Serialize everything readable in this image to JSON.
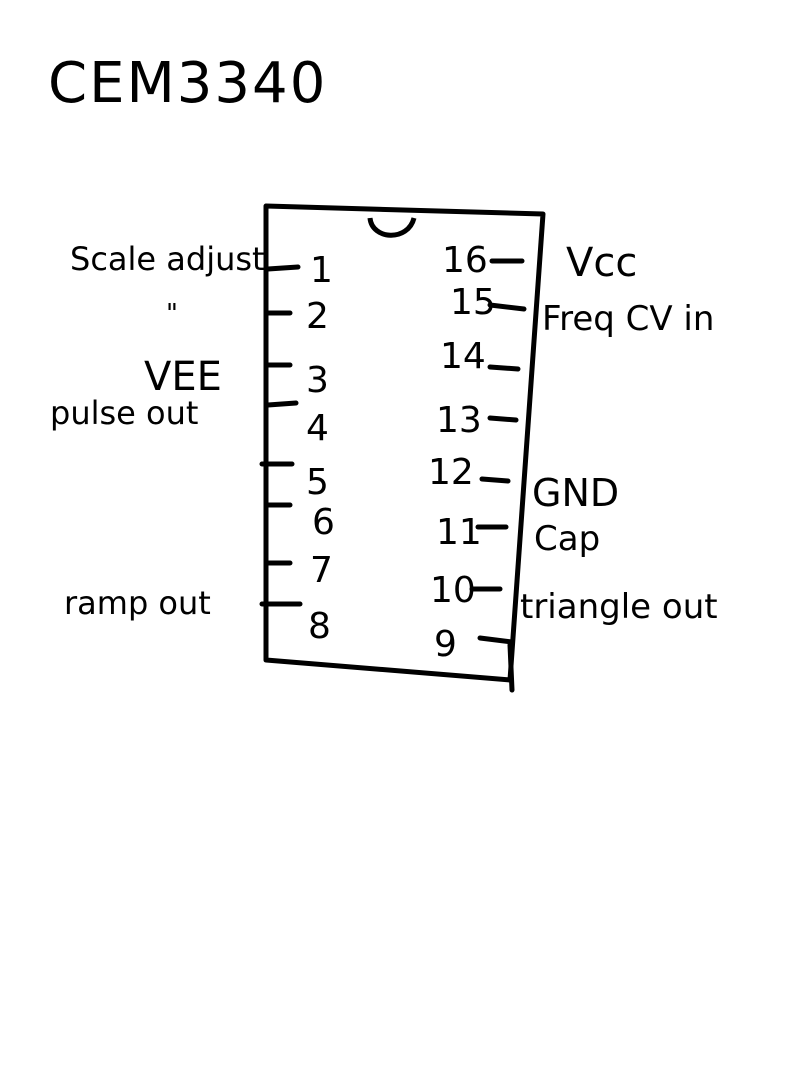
{
  "title": "CEM3340",
  "chip": {
    "left_pins": [
      {
        "num": "1",
        "label": "Scale adjust"
      },
      {
        "num": "2",
        "label": "\""
      },
      {
        "num": "3",
        "label": "VEE"
      },
      {
        "num": "4",
        "label": "pulse out"
      },
      {
        "num": "5",
        "label": ""
      },
      {
        "num": "6",
        "label": ""
      },
      {
        "num": "7",
        "label": ""
      },
      {
        "num": "8",
        "label": "ramp out"
      }
    ],
    "right_pins": [
      {
        "num": "16",
        "label": "Vcc"
      },
      {
        "num": "15",
        "label": "Freq CV in"
      },
      {
        "num": "14",
        "label": ""
      },
      {
        "num": "13",
        "label": ""
      },
      {
        "num": "12",
        "label": "GND"
      },
      {
        "num": "11",
        "label": "Cap"
      },
      {
        "num": "10",
        "label": "triangle out"
      },
      {
        "num": "9",
        "label": ""
      }
    ]
  }
}
